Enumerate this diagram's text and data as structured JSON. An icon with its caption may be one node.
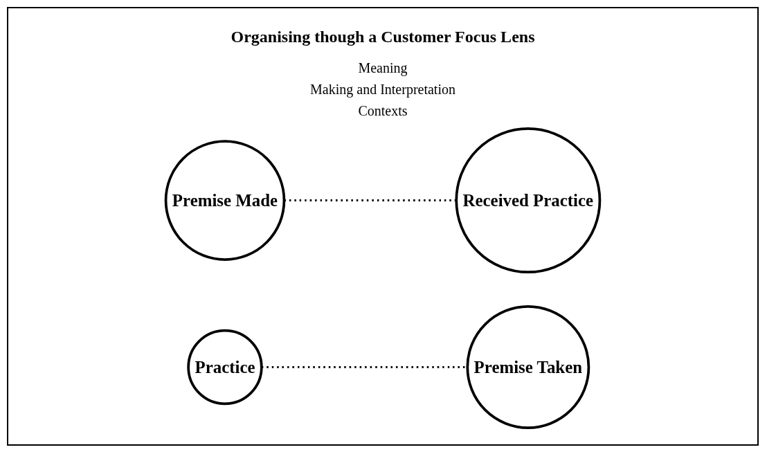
{
  "diagram": {
    "title": "Organising though a Customer Focus Lens",
    "nodes": [
      {
        "text": [
          "Premise Made"
        ]
      },
      {
        "text": [
          "Practice"
        ]
      },
      {
        "text": [
          "Premise Taken"
        ]
      },
      {
        "text": [
          "Received Practice"
        ]
      }
    ],
    "edges": [
      {
        "from": 0,
        "to": 3,
        "arrow": "none",
        "style": "dashed"
      },
      {
        "from": 1,
        "to": 2,
        "arrow": "none",
        "style": "dashed"
      }
    ],
    "labels": [
      "Meaning",
      "Making and Interpretation",
      "Contexts"
    ]
  }
}
